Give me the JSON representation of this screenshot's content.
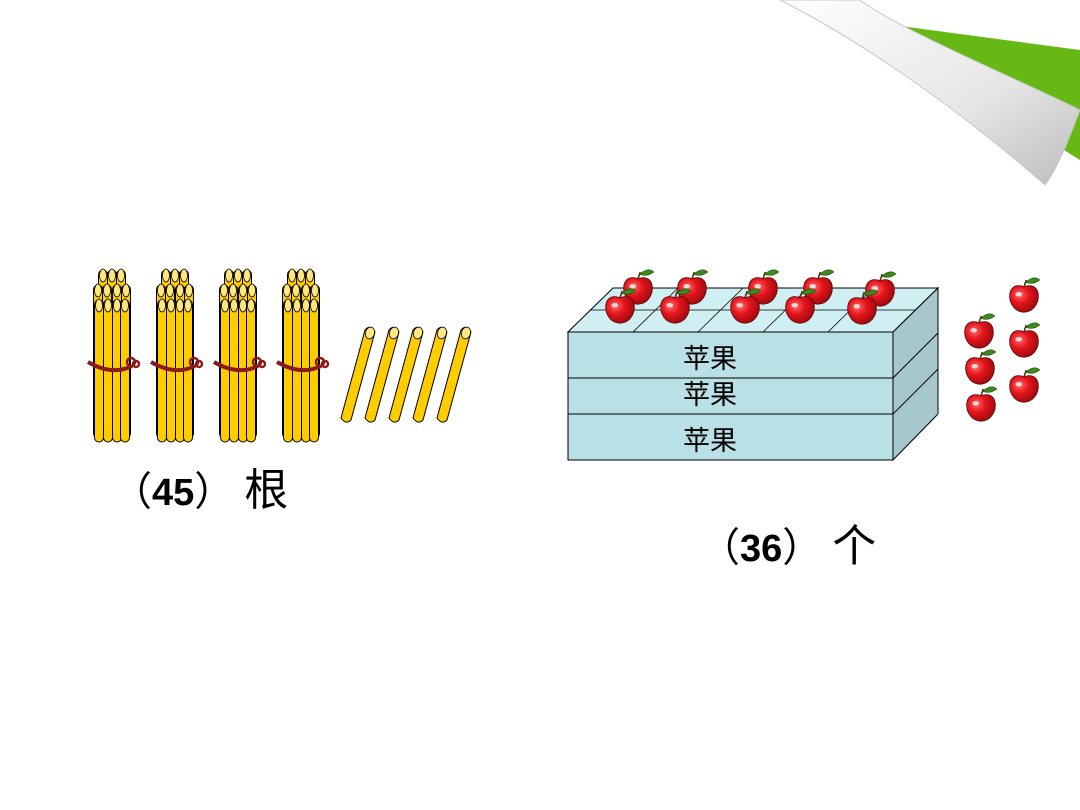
{
  "sticks": {
    "bundle_count": 4,
    "loose_count": 5,
    "caption": {
      "open": "（",
      "number": "45",
      "close": "）",
      "unit": "根"
    }
  },
  "apples": {
    "box_layers": 3,
    "box_label": "苹果",
    "apples_on_box": 10,
    "loose_apples": 6,
    "caption": {
      "open": "（",
      "number": "36",
      "close": "）",
      "unit": "个"
    }
  },
  "colors": {
    "stick_fill": "#FFCC00",
    "stick_end": "#FFE680",
    "ribbon": "#8B1A1A",
    "box_front": "#B9E0E5",
    "box_top": "#CFEFF2",
    "box_side": "#A6C7CB",
    "apple": "#E4141B",
    "leaf": "#3C8A1E",
    "page_curl": "#66B814"
  }
}
